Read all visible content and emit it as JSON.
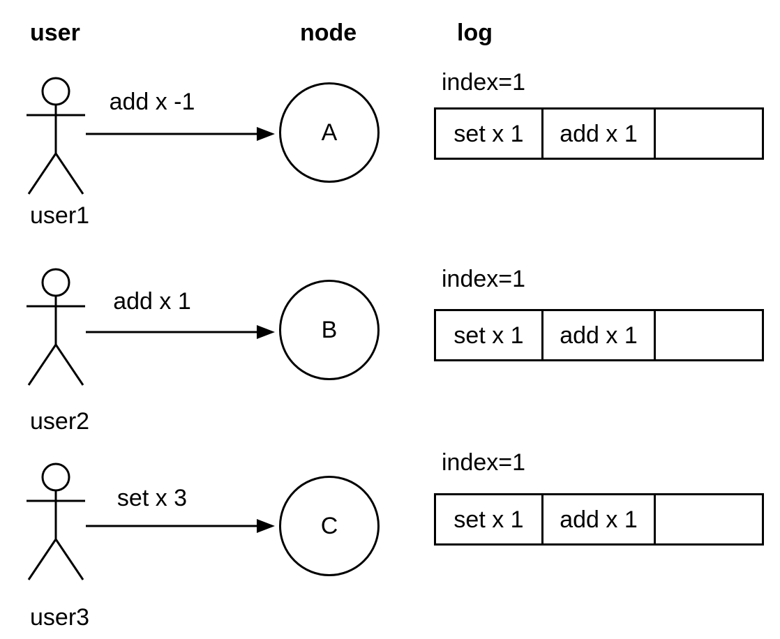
{
  "headers": {
    "user": "user",
    "node": "node",
    "log": "log"
  },
  "rows": [
    {
      "user_label": "user1",
      "command": "add x -1",
      "node_label": "A",
      "log_index": "index=1",
      "log_cells": [
        "set x 1",
        "add x 1",
        ""
      ]
    },
    {
      "user_label": "user2",
      "command": "add x 1",
      "node_label": "B",
      "log_index": "index=1",
      "log_cells": [
        "set x 1",
        "add x 1",
        ""
      ]
    },
    {
      "user_label": "user3",
      "command": "set x 3",
      "node_label": "C",
      "log_index": "index=1",
      "log_cells": [
        "set x 1",
        "add x 1",
        ""
      ]
    }
  ],
  "colors": {
    "stroke": "#000000",
    "background": "#ffffff"
  }
}
